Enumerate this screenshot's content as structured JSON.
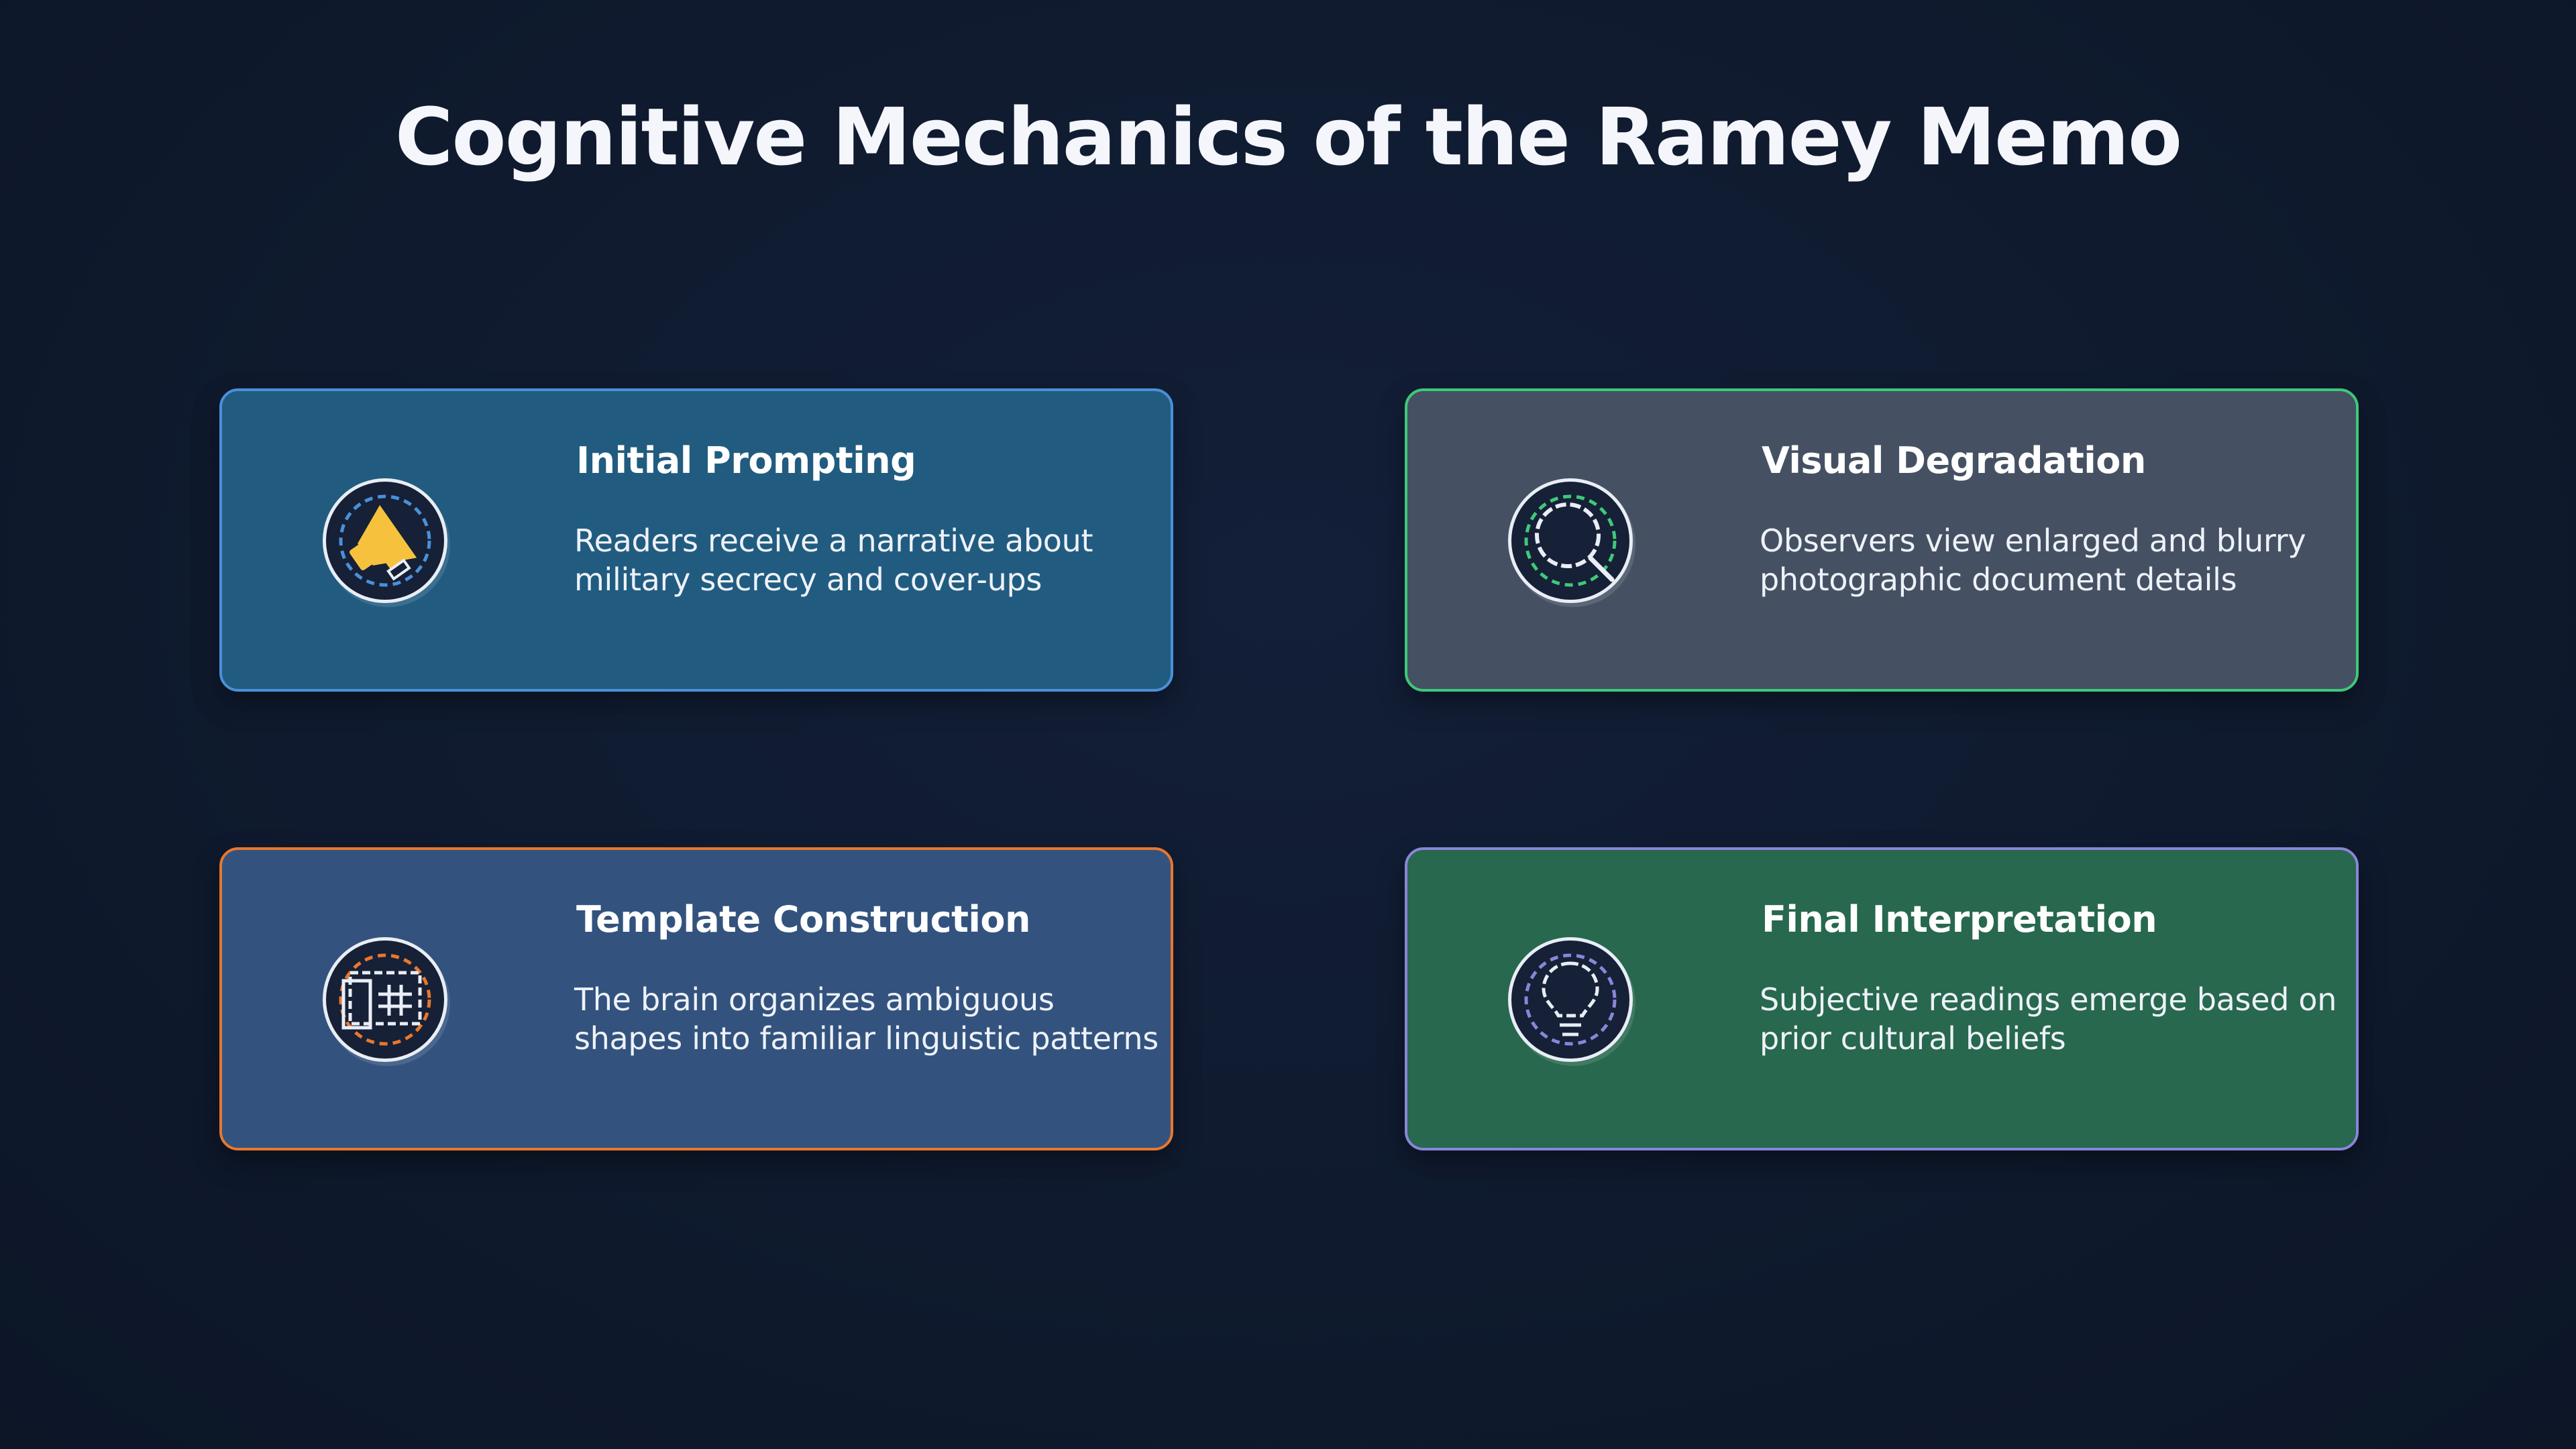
{
  "title": "Cognitive Mechanics of the Ramey Memo",
  "cards": [
    {
      "title": "Initial Prompting",
      "description": "Readers receive a narrative about military secrecy and cover-ups",
      "icon": "megaphone-icon",
      "background": "#215c80",
      "border": "#4a90d9"
    },
    {
      "title": "Visual Degradation",
      "description": "Observers view enlarged and blurry photographic document details",
      "icon": "magnifier-icon",
      "background": "#455163",
      "border": "#3ec97a"
    },
    {
      "title": "Template Construction",
      "description": "The brain organizes ambiguous shapes into familiar linguistic patterns",
      "icon": "template-grid-icon",
      "background": "#33537e",
      "border": "#e8772e"
    },
    {
      "title": "Final Interpretation",
      "description": "Subjective readings emerge based on prior cultural beliefs",
      "icon": "lightbulb-icon",
      "background": "#27684e",
      "border": "#8a85d8"
    }
  ]
}
